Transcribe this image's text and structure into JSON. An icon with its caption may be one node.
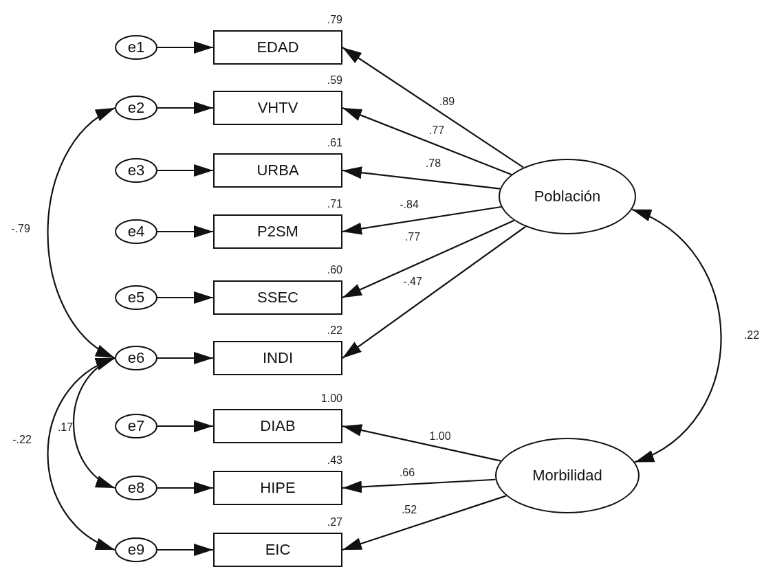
{
  "diagram": {
    "nodes": [
      {
        "text": [
          "e1"
        ]
      },
      {
        "text": [
          "e2"
        ]
      },
      {
        "text": [
          "e3"
        ]
      },
      {
        "text": [
          "e4"
        ]
      },
      {
        "text": [
          "e5"
        ]
      },
      {
        "text": [
          "e6"
        ]
      },
      {
        "text": [
          "e7"
        ]
      },
      {
        "text": [
          "e8"
        ]
      },
      {
        "text": [
          "e9"
        ]
      },
      {
        "text": [
          "EDAD"
        ],
        "beside": [
          ".79"
        ]
      },
      {
        "text": [
          "VHTV"
        ],
        "beside": [
          ".59"
        ]
      },
      {
        "text": [
          "URBA"
        ],
        "beside": [
          ".61"
        ]
      },
      {
        "text": [
          "P2SM"
        ],
        "beside": [
          ".71"
        ]
      },
      {
        "text": [
          "SSEC"
        ],
        "beside": [
          ".60"
        ]
      },
      {
        "text": [
          "INDI"
        ],
        "beside": [
          ".22"
        ]
      },
      {
        "text": [
          "DIAB"
        ],
        "beside": [
          "1.00"
        ]
      },
      {
        "text": [
          "HIPE"
        ],
        "beside": [
          ".43"
        ]
      },
      {
        "text": [
          "EIC"
        ],
        "beside": [
          ".27"
        ]
      },
      {
        "text": [
          "Población"
        ]
      },
      {
        "text": [
          "Morbilidad"
        ]
      }
    ],
    "edges": [
      {
        "from": 0,
        "to": 9,
        "arrow": "to"
      },
      {
        "from": 1,
        "to": 10,
        "arrow": "to"
      },
      {
        "from": 2,
        "to": 11,
        "arrow": "to"
      },
      {
        "from": 3,
        "to": 12,
        "arrow": "to"
      },
      {
        "from": 4,
        "to": 13,
        "arrow": "to"
      },
      {
        "from": 5,
        "to": 14,
        "arrow": "to"
      },
      {
        "from": 6,
        "to": 15,
        "arrow": "to"
      },
      {
        "from": 7,
        "to": 16,
        "arrow": "to"
      },
      {
        "from": 8,
        "to": 17,
        "arrow": "to"
      },
      {
        "from": 18,
        "to": 9,
        "arrow": "to",
        "label": ".89"
      },
      {
        "from": 18,
        "to": 10,
        "arrow": "to",
        "label": ".77"
      },
      {
        "from": 18,
        "to": 11,
        "arrow": "to",
        "label": ".78"
      },
      {
        "from": 18,
        "to": 12,
        "arrow": "to",
        "label": "-.84"
      },
      {
        "from": 18,
        "to": 13,
        "arrow": "to",
        "label": ".77"
      },
      {
        "from": 18,
        "to": 14,
        "arrow": "to",
        "label": "-.47"
      },
      {
        "from": 19,
        "to": 15,
        "arrow": "to",
        "label": "1.00"
      },
      {
        "from": 19,
        "to": 16,
        "arrow": "to",
        "label": ".66"
      },
      {
        "from": 19,
        "to": 17,
        "arrow": "to",
        "label": ".52"
      },
      {
        "from": 1,
        "to": 5,
        "arrow": "both",
        "label": "-.79"
      },
      {
        "from": 5,
        "to": 7,
        "arrow": "both",
        "label": ".17"
      },
      {
        "from": 5,
        "to": 8,
        "arrow": "both",
        "label": "-.22"
      },
      {
        "from": 18,
        "to": 19,
        "arrow": "both",
        "label": ".22"
      }
    ]
  }
}
